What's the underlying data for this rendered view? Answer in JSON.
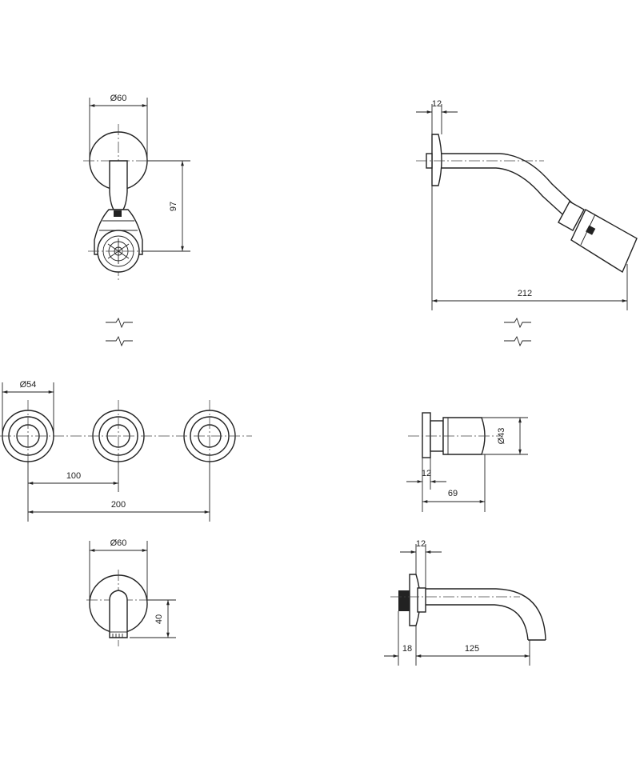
{
  "dimensions": {
    "shower_front_diameter": "Ø60",
    "shower_front_height": "97",
    "shower_side_wall_depth": "12",
    "shower_side_projection": "212",
    "handles_diameter": "Ø54",
    "handles_spacing_single": "100",
    "handles_spacing_total": "200",
    "handle_side_depth": "12",
    "handle_side_length": "69",
    "handle_side_diameter": "Ø43",
    "spout_front_diameter": "Ø60",
    "spout_front_height": "40",
    "spout_side_wall_depth": "12",
    "spout_side_body": "18",
    "spout_side_projection": "125"
  }
}
